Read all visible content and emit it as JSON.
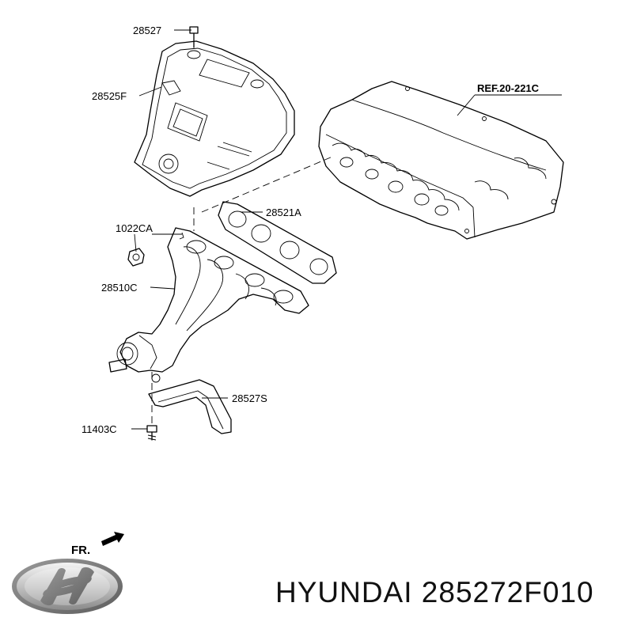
{
  "parts": {
    "p28527_top": "28527",
    "p28525F": "28525F",
    "p1022CA": "1022CA",
    "p28510C": "28510C",
    "p28521A": "28521A",
    "p28527S": "28527S",
    "p11403C": "11403C",
    "ref": "REF.20-221C"
  },
  "front_label": "FR.",
  "footer": {
    "brand_logo": "hyundai-logo",
    "caption": "HYUNDAI 285272F010"
  },
  "colors": {
    "line": "#000000",
    "logo_light": "#e6e6e6",
    "logo_dark": "#7a7a7a"
  }
}
